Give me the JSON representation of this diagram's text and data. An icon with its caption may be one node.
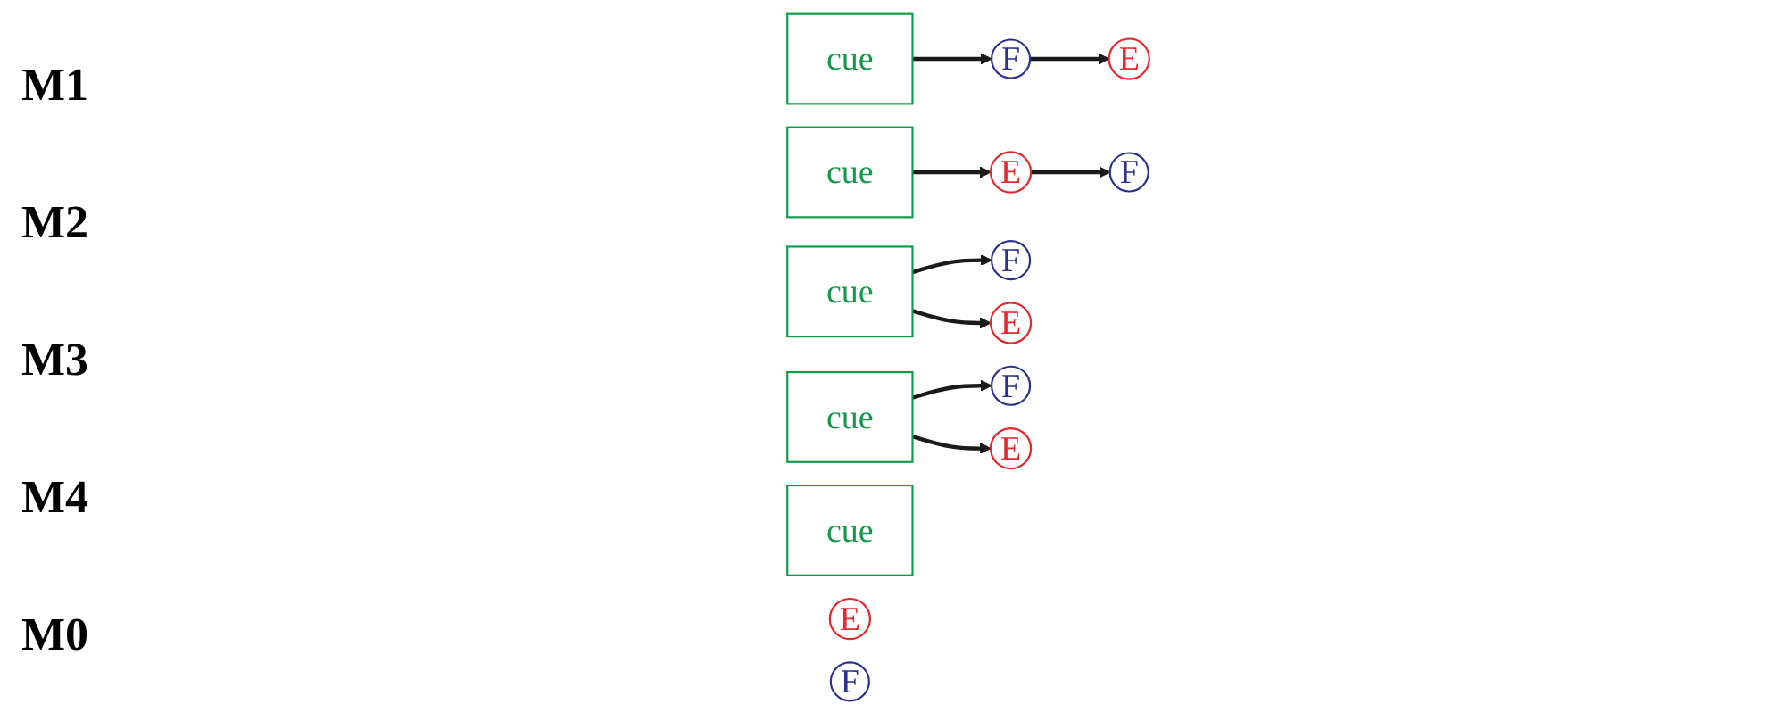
{
  "diagram": {
    "nodes": [
      {
        "text": [
          "cue"
        ]
      },
      {
        "text": [
          "F"
        ]
      },
      {
        "text": [
          "E"
        ]
      },
      {
        "text": [
          "cue"
        ]
      },
      {
        "text": [
          "E"
        ]
      },
      {
        "text": [
          "F"
        ]
      },
      {
        "text": [
          "cue"
        ]
      },
      {
        "text": [
          "F"
        ]
      },
      {
        "text": [
          "E"
        ]
      },
      {
        "text": [
          "cue"
        ]
      },
      {
        "text": [
          "F"
        ]
      },
      {
        "text": [
          "E"
        ]
      },
      {
        "text": [
          "cue"
        ]
      },
      {
        "text": [
          "E"
        ]
      },
      {
        "text": [
          "F"
        ]
      }
    ],
    "edges": [
      {
        "from": 0,
        "to": 1,
        "arrow": "to"
      },
      {
        "from": 1,
        "to": 2,
        "arrow": "to"
      },
      {
        "from": 3,
        "to": 4,
        "arrow": "to"
      },
      {
        "from": 4,
        "to": 5,
        "arrow": "to"
      },
      {
        "from": 6,
        "to": 7,
        "arrow": "to"
      },
      {
        "from": 6,
        "to": 8,
        "arrow": "to"
      },
      {
        "from": 9,
        "to": 10,
        "arrow": "to"
      },
      {
        "from": 9,
        "to": 11,
        "arrow": "to"
      }
    ],
    "labels": [
      "M1",
      "M2",
      "M3",
      "M4",
      "M0"
    ]
  }
}
